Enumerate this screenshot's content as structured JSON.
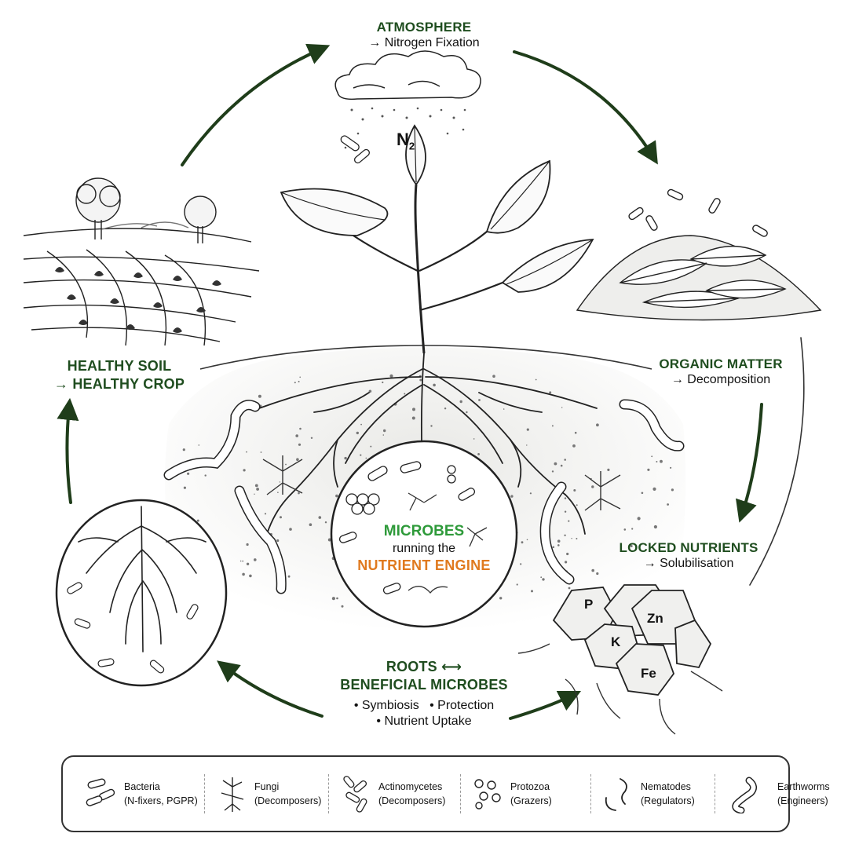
{
  "atmosphere": {
    "title": "ATMOSPHERE",
    "subtitle": "→ Nitrogen Fixation",
    "gas": "N",
    "gas_sub": "2"
  },
  "organic": {
    "title": "ORGANIC MATTER",
    "subtitle": "→ Decomposition"
  },
  "locked": {
    "title": "LOCKED NUTRIENTS",
    "subtitle": "→ Solubilisation"
  },
  "minerals": [
    "P",
    "Zn",
    "K",
    "Fe"
  ],
  "roots": {
    "title_line1": "ROOTS ⟷",
    "title_line2": "BENEFICIAL MICROBES",
    "bullets_line1": "• Symbiosis   • Protection",
    "bullets_line2": "• Nutrient Uptake"
  },
  "healthy": {
    "line1": "HEALTHY SOIL",
    "line2": "→ HEALTHY CROP"
  },
  "center": {
    "line1": "MICROBES",
    "line2": "running the",
    "line3": "NUTRIENT ENGINE"
  },
  "colors": {
    "heading": "#1f4d1f",
    "microbes": "#2e9a3a",
    "engine": "#e07a1f",
    "arrow": "#1f3d1a"
  },
  "legend": [
    {
      "icon": "bacteria-icon",
      "name": "Bacteria",
      "desc": "(N-fixers, PGPR)"
    },
    {
      "icon": "fungi-icon",
      "name": "Fungi",
      "desc": "(Decomposers)"
    },
    {
      "icon": "actinomycetes-icon",
      "name": "Actinomycetes",
      "desc": "(Decomposers)"
    },
    {
      "icon": "protozoa-icon",
      "name": "Protozoa",
      "desc": "(Grazers)"
    },
    {
      "icon": "nematode-icon",
      "name": "Nematodes",
      "desc": "(Regulators)"
    },
    {
      "icon": "earthworm-icon",
      "name": "Earthworms",
      "desc": "(Engineers)"
    }
  ]
}
